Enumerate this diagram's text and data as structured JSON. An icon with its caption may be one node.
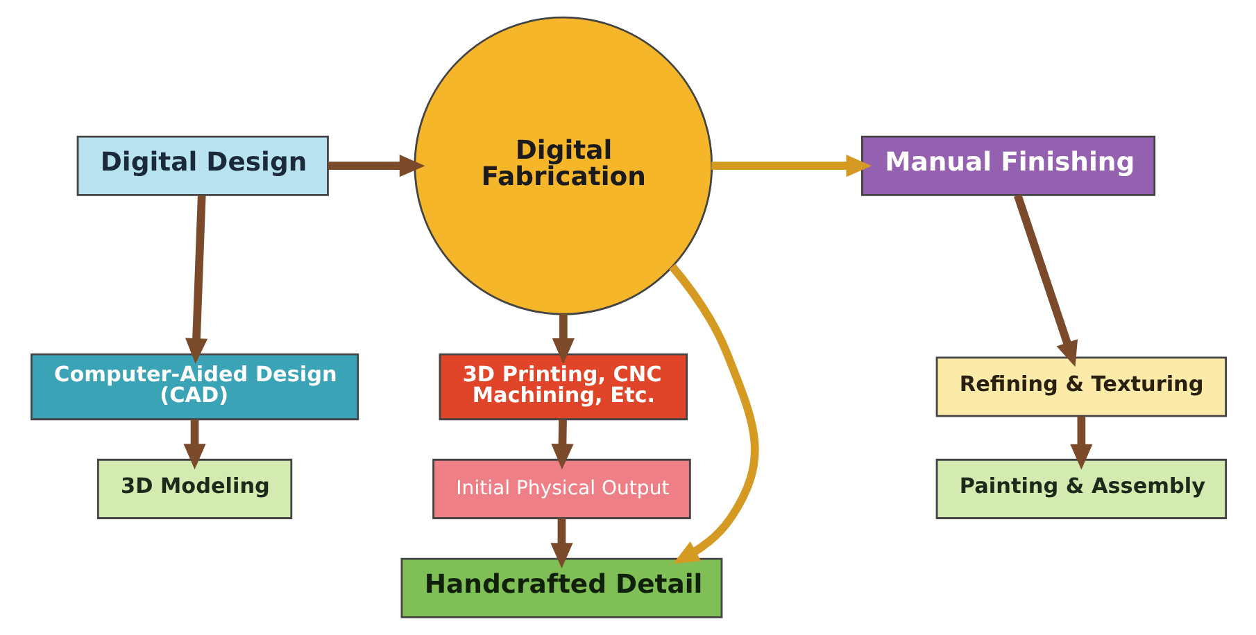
{
  "diagram": {
    "nodes": [
      {
        "text": [
          "Digital Design"
        ]
      },
      {
        "text": [
          "Computer-Aided Design (CAD)"
        ]
      },
      {
        "text": [
          "3D Modeling"
        ]
      },
      {
        "text": [
          "Digital Fabrication"
        ]
      },
      {
        "text": [
          "3D Printing, CNC Machining, Etc."
        ]
      },
      {
        "text": [
          "Initial Physical Output"
        ]
      },
      {
        "text": [
          "Handcrafted Detail"
        ]
      },
      {
        "text": [
          "Manual Finishing"
        ]
      },
      {
        "text": [
          "Refining & Texturing"
        ]
      },
      {
        "text": [
          "Painting & Assembly"
        ]
      }
    ],
    "edges": [
      {
        "from": 0,
        "to": 3,
        "arrow": "to"
      },
      {
        "from": 0,
        "to": 1,
        "arrow": "to"
      },
      {
        "from": 1,
        "to": 2,
        "arrow": "to"
      },
      {
        "from": 3,
        "to": 7,
        "arrow": "to",
        "color": "#d49a22"
      },
      {
        "from": 3,
        "to": 4,
        "arrow": "to"
      },
      {
        "from": 3,
        "to": 6,
        "arrow": "to",
        "color": "#d49a22"
      },
      {
        "from": 4,
        "to": 5,
        "arrow": "to"
      },
      {
        "from": 5,
        "to": 6,
        "arrow": "to"
      },
      {
        "from": 7,
        "to": 8,
        "arrow": "to"
      },
      {
        "from": 8,
        "to": 9,
        "arrow": "to"
      }
    ]
  }
}
